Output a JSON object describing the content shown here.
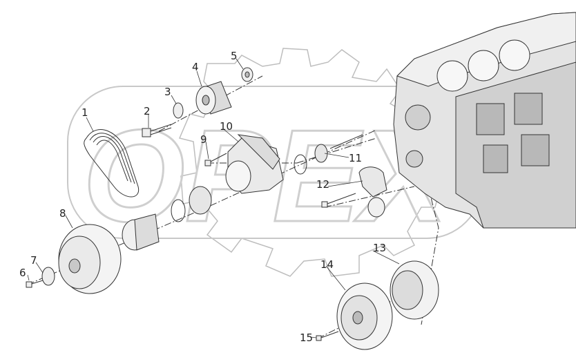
{
  "watermark": {
    "text": "OPEX",
    "color": "#d9d9d9"
  },
  "callouts": [
    {
      "id": "callout-1",
      "label": "1"
    },
    {
      "id": "callout-2",
      "label": "2"
    },
    {
      "id": "callout-3",
      "label": "3"
    },
    {
      "id": "callout-4",
      "label": "4"
    },
    {
      "id": "callout-5",
      "label": "5"
    },
    {
      "id": "callout-6",
      "label": "6"
    },
    {
      "id": "callout-7",
      "label": "7"
    },
    {
      "id": "callout-8",
      "label": "8"
    },
    {
      "id": "callout-9",
      "label": "9"
    },
    {
      "id": "callout-10",
      "label": "10"
    },
    {
      "id": "callout-11",
      "label": "11"
    },
    {
      "id": "callout-12",
      "label": "12"
    },
    {
      "id": "callout-13",
      "label": "13"
    },
    {
      "id": "callout-14",
      "label": "14"
    },
    {
      "id": "callout-15",
      "label": "15"
    }
  ],
  "colors": {
    "line": "#333333",
    "part_fill": "#f2f2f2",
    "part_shade": "#c8c8c8",
    "block_fill": "#e6e6e6"
  }
}
